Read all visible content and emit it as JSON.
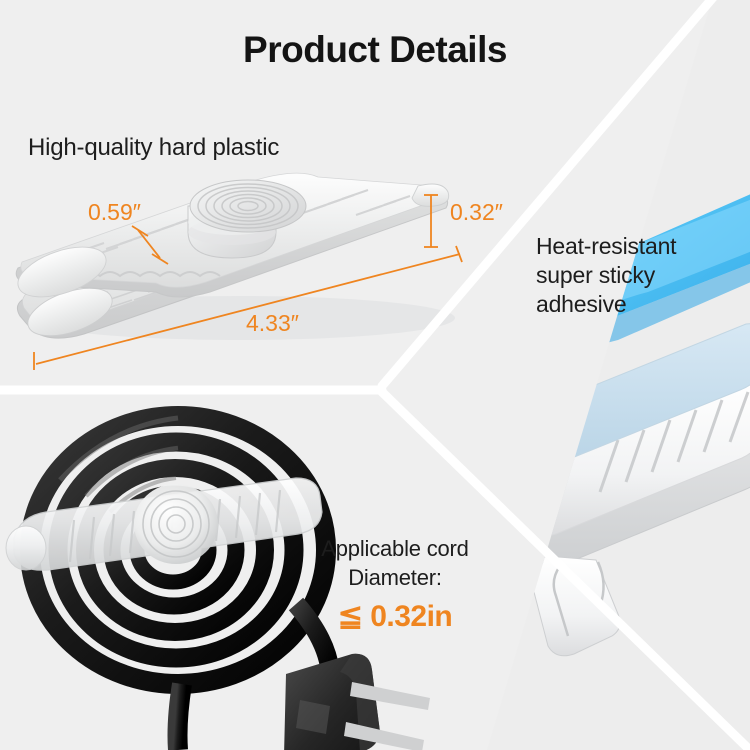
{
  "page": {
    "title": "Product Details",
    "background_color": "#efefef",
    "accent_color": "#ef8520",
    "text_color": "#1d1d1d",
    "divider_color": "#ffffff"
  },
  "panels": {
    "top_left": {
      "heading": "High-quality hard plastic",
      "dimensions": {
        "width_label": "0.59″",
        "height_label": "0.32″",
        "length_label": "4.33″"
      },
      "product_name": "translucent-cable-organizer-clip"
    },
    "right": {
      "heading_line1": "Heat-resistant",
      "heading_line2": "super sticky",
      "heading_line3": "adhesive",
      "adhesive_color": "#4fc3f7",
      "product_name": "clip-with-blue-adhesive-backing"
    },
    "bottom_left": {
      "cord_line1": "Applicable cord",
      "cord_line2": "Diameter:",
      "cord_value": "≦ 0.32in",
      "product_name": "coiled-black-power-cord-with-plug"
    }
  }
}
